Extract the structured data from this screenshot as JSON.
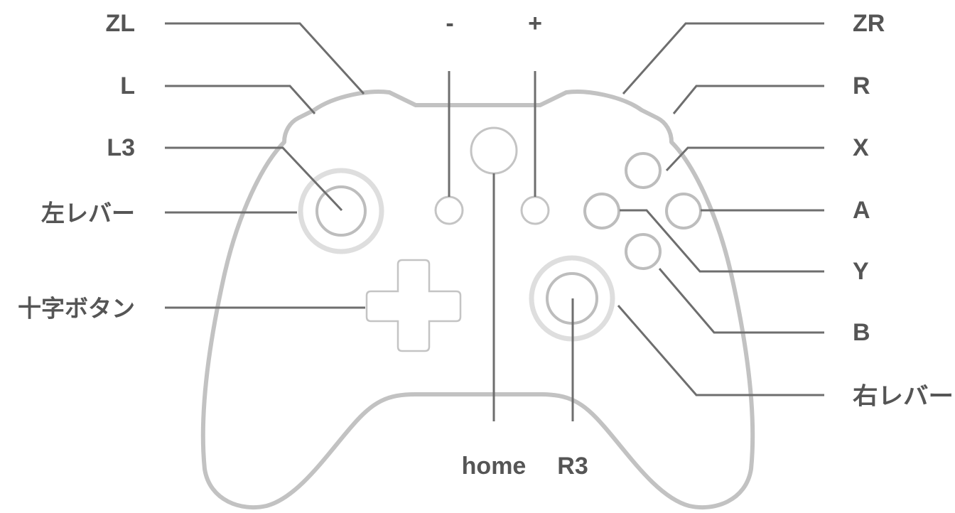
{
  "labels": {
    "zl": "ZL",
    "l": "L",
    "l3": "L3",
    "left_stick": "左レバー",
    "dpad": "十字ボタン",
    "minus": "-",
    "plus": "+",
    "home": "home",
    "r3": "R3",
    "zr": "ZR",
    "r": "R",
    "x": "X",
    "a": "A",
    "y": "Y",
    "b": "B",
    "right_stick": "右レバー"
  },
  "colors": {
    "label_text": "#555555",
    "leader_line": "#6e6e6e",
    "controller_outline": "#c2c2c2",
    "stick_ring": "#dedede",
    "background": "#ffffff"
  }
}
